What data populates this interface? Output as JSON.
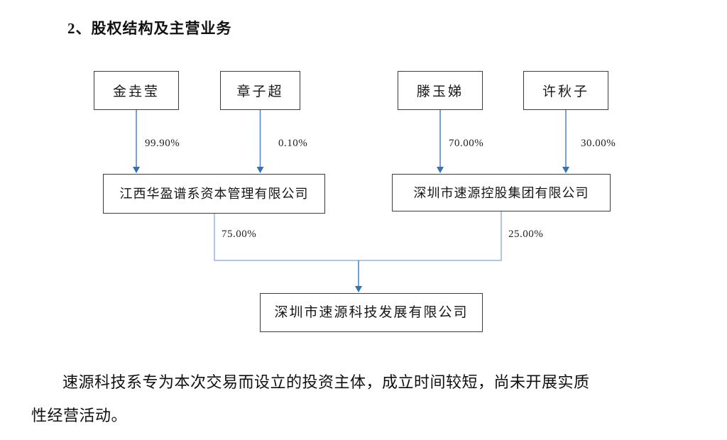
{
  "page": {
    "heading": "2、股权结构及主营业务",
    "paragraph": {
      "lines": [
        "速源科技系专为本次交易而设立的投资主体，成立时间较短，尚未开展实质",
        "性经营活动。"
      ]
    }
  },
  "diagram": {
    "type": "ownership-structure",
    "shareholders": [
      {
        "name": "金垚莹",
        "stake": "99.90%",
        "owns": "江西华盈谱系资本管理有限公司"
      },
      {
        "name": "章子超",
        "stake": "0.10%",
        "owns": "江西华盈谱系资本管理有限公司"
      },
      {
        "name": "滕玉娣",
        "stake": "70.00%",
        "owns": "深圳市速源控股集团有限公司"
      },
      {
        "name": "许秋子",
        "stake": "30.00%",
        "owns": "深圳市速源控股集团有限公司"
      }
    ],
    "intermediate_companies": [
      {
        "name": "江西华盈谱系资本管理有限公司",
        "stake_in_target": "75.00%"
      },
      {
        "name": "深圳市速源控股集团有限公司",
        "stake_in_target": "25.00%"
      }
    ],
    "target_company": {
      "name": "深圳市速源科技发展有限公司"
    },
    "colors": {
      "line_upper": "#5b87c7",
      "line_lower": "#96b3da",
      "arrow": "#2e74b5",
      "border": "#3d3d3d"
    }
  }
}
